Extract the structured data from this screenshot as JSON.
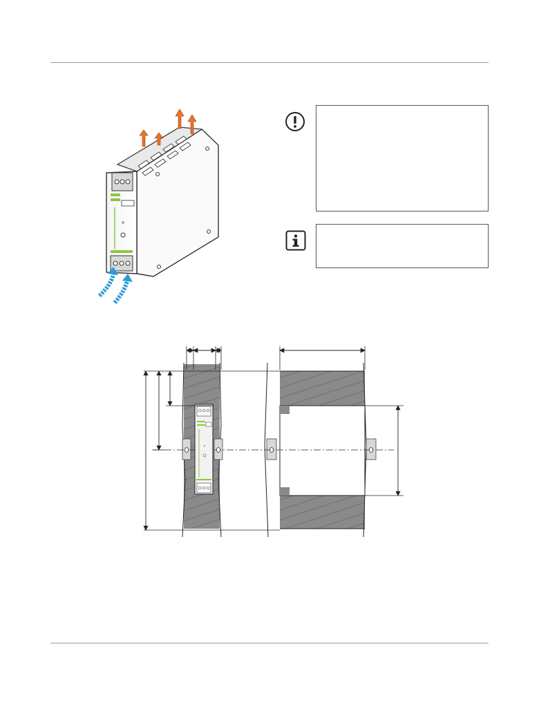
{
  "document": {
    "callouts": [
      {
        "type": "caution",
        "icon": "exclamation-circle-icon",
        "text": ""
      },
      {
        "type": "information",
        "icon": "info-icon",
        "text": ""
      }
    ],
    "figures": [
      {
        "name": "convection-cooling-illustration",
        "arrows": [
          "heat-out-arrow",
          "cool-air-in-arrow"
        ]
      },
      {
        "name": "mounting-dimension-drawing"
      }
    ]
  },
  "colors": {
    "rule": "#9a9a9a",
    "arrow_orange": "#e8752a",
    "arrow_blue": "#2c9bd6",
    "device_green": "#8cc63f",
    "wall_hatch": "#8a8a8a"
  }
}
